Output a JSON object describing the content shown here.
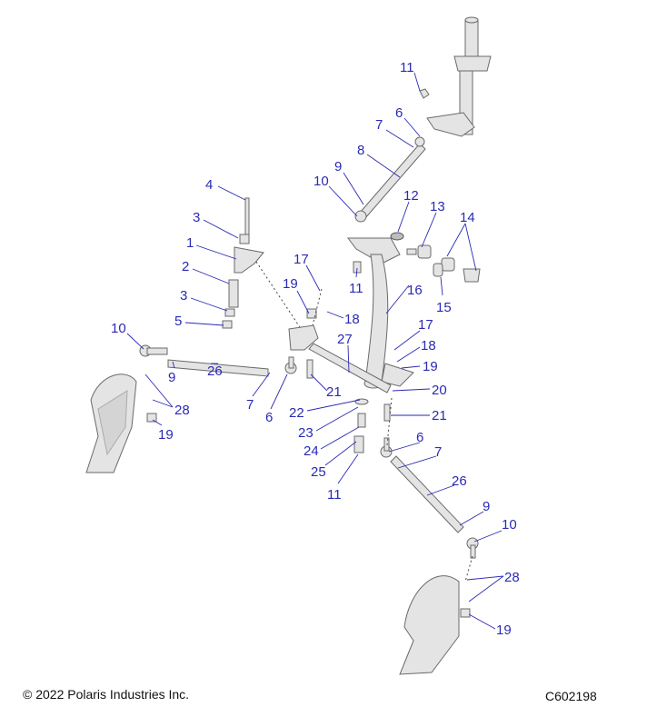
{
  "diagram": {
    "callouts": [
      "11",
      "6",
      "7",
      "8",
      "9",
      "10",
      "12",
      "13",
      "14",
      "4",
      "3",
      "1",
      "2",
      "3",
      "5",
      "11",
      "15",
      "16",
      "17",
      "19",
      "18",
      "17",
      "18",
      "27",
      "19",
      "20",
      "21",
      "21",
      "22",
      "23",
      "24",
      "25",
      "11",
      "6",
      "7",
      "26",
      "9",
      "10",
      "28",
      "19",
      "10",
      "9",
      "26",
      "28",
      "19",
      "7",
      "6"
    ]
  },
  "footer": {
    "copyright": "© 2022 Polaris Industries Inc.",
    "part_code": "C602198"
  }
}
